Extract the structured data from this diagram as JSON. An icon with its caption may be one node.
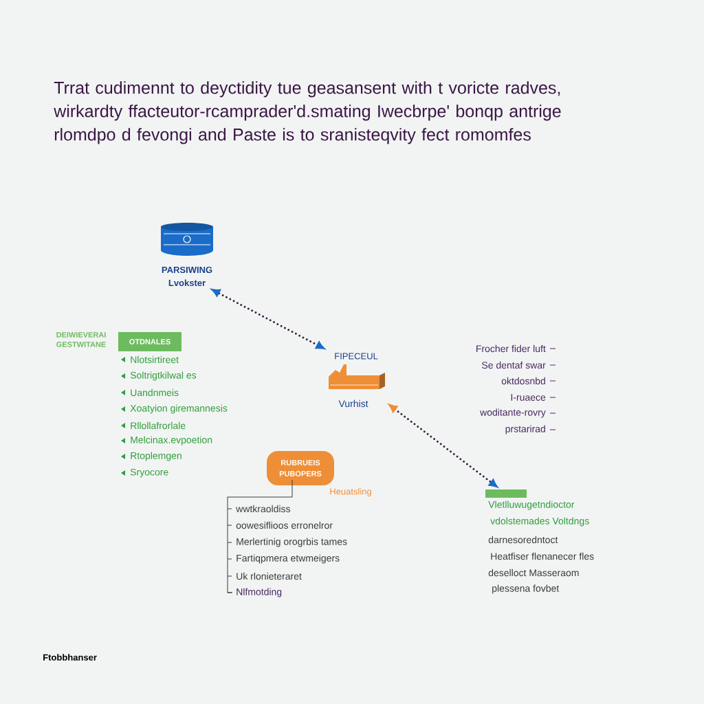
{
  "diagram": {
    "title": "Trrat cudimennt to deyctidity tue geasansent with t voricte radves, wirkardty ffacteutor-rcamprader'd.smating Iwecbrpe' bonqp antrige rlomdpo d fevongi and Paste is to sranisteqvity fect romomfes",
    "nodes": [
      {
        "text": [
          "PARSIWING Lvokster"
        ]
      },
      {
        "text": [
          "FIPECEUL",
          "Vurhist"
        ]
      },
      {
        "text": [],
        "shape": "bar"
      },
      {
        "text": [
          "OTDNALES"
        ],
        "beside": [
          "DEIWIEVERAI GESTWITANE"
        ]
      },
      {
        "text": [
          "RUBRUEIS PUBOPERS"
        ],
        "beside": [
          "Heuatsling"
        ]
      }
    ],
    "edges": [
      {
        "from": 1,
        "to": 0,
        "arrow": "both",
        "style": "dashed"
      },
      {
        "from": 1,
        "to": 2,
        "arrow": "both",
        "style": "dashed"
      }
    ],
    "labels": [
      "Nlotsirtireet",
      "Soltrigtkilwal es",
      "Uandnmeis",
      "Xoatyion giremannesis",
      "Rllollafrorlale",
      "Melcinax.evpoetion",
      "Rtoplemgen",
      "Sryocore",
      "Frocher fider luft",
      "Se dentaf swar",
      "oktdosnbd",
      "I-ruaece",
      "woditante-rovry",
      "prstarirad",
      "wwtkraoldiss",
      "oowesiflioos erronelror",
      "Merlertinig orogrbis tames",
      "Fartiqpmera etwmeigers",
      "Uk rlonieteraret",
      "Nlfmotding",
      "Vletlluwugetndioctor",
      "vdolstemades Voltdngs",
      "darnesoredntoct",
      "Heatfiser flenanecer fles",
      "deselloct Masseraom",
      "plessena fovbet",
      "Ftobbhanser"
    ]
  }
}
